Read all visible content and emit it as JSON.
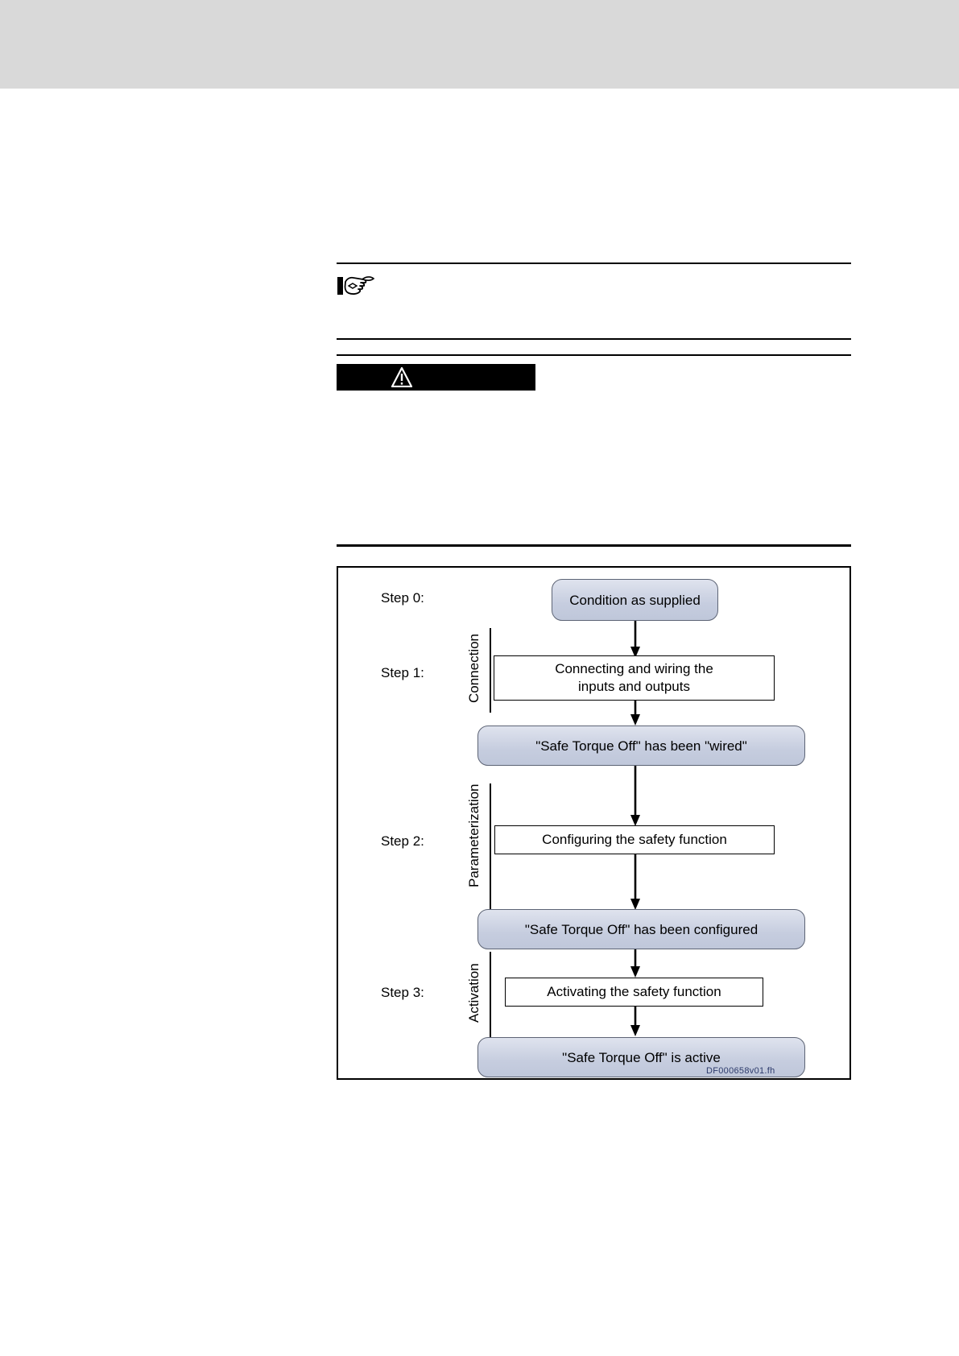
{
  "page": {
    "background": "#ffffff",
    "header_band_color": "#d9d9d9"
  },
  "note": {
    "icon": "pointing-hand-icon",
    "text": ""
  },
  "warning": {
    "icon": "warning-triangle-icon",
    "label": "",
    "text": ""
  },
  "figure": {
    "id_label": "DF000658v01.fh",
    "steps": [
      {
        "label": "Step 0:"
      },
      {
        "label": "Step 1:"
      },
      {
        "label": "Step 2:"
      },
      {
        "label": "Step 3:"
      }
    ],
    "phases": [
      {
        "label": "Connection"
      },
      {
        "label": "Parameterization"
      },
      {
        "label": "Activation"
      }
    ],
    "nodes": {
      "n0": "Condition as supplied",
      "n1_line1": "Connecting and wiring the",
      "n1_line2": "inputs and outputs",
      "n2": "\"Safe Torque Off\" has been \"wired\"",
      "n3": "Configuring the safety function",
      "n4": "\"Safe Torque Off\" has been configured",
      "n5": "Activating the safety function",
      "n6": "\"Safe Torque Off\" is active"
    },
    "colors": {
      "state_fill": "#c6cddf",
      "state_border": "#5d6475",
      "action_border": "#000000",
      "id_text": "#2c3a6b"
    }
  }
}
